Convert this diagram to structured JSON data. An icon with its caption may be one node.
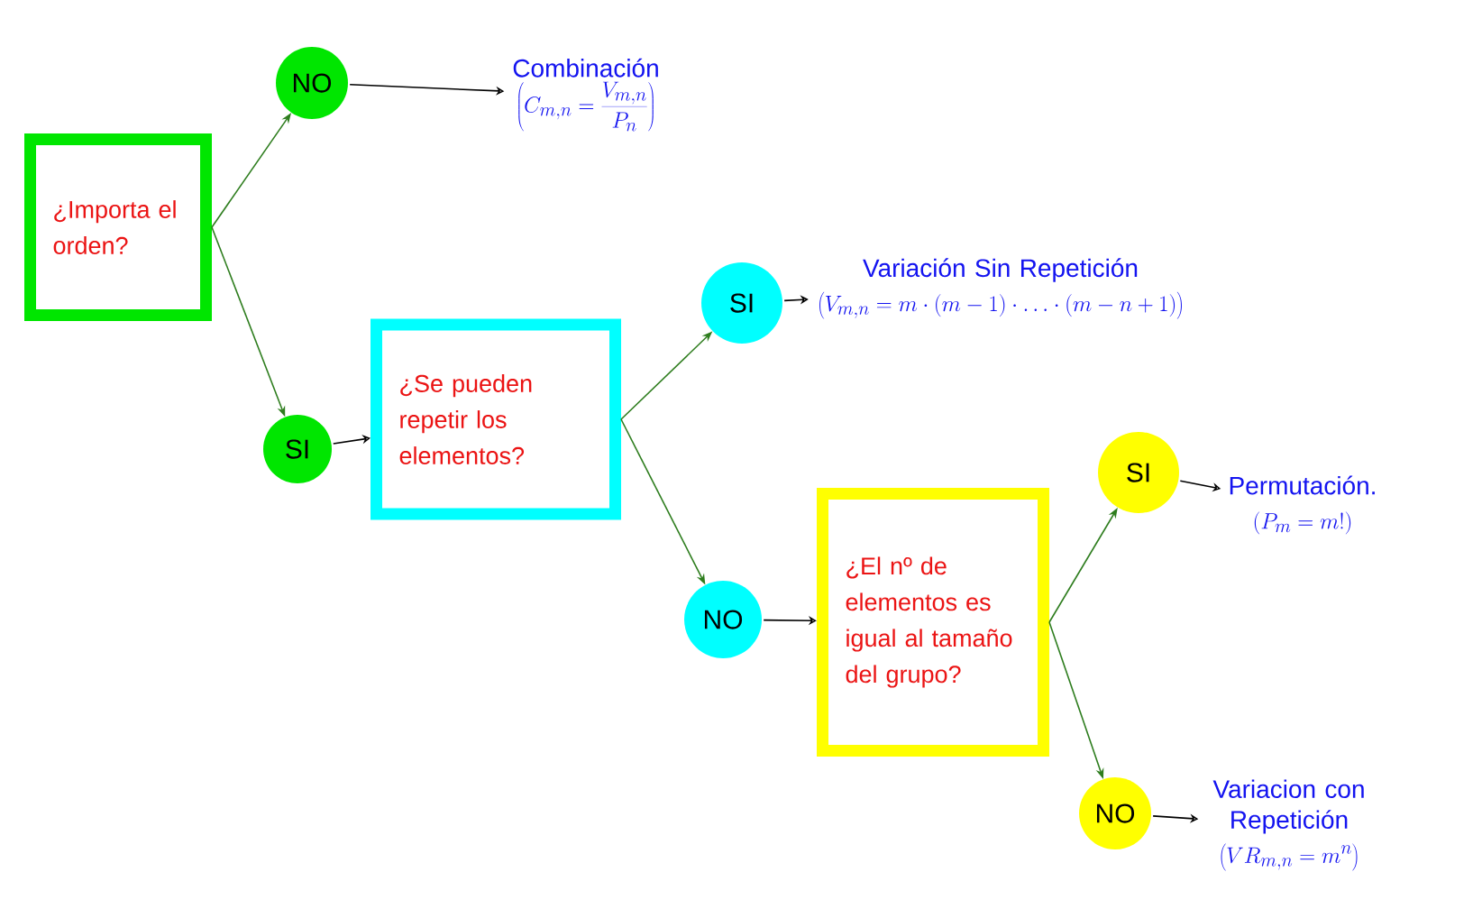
{
  "diagram": {
    "nodes": [
      {
        "text": [
          "¿Importa el orden?"
        ]
      },
      {
        "text": [
          "NO"
        ]
      },
      {
        "text": [
          "SI"
        ]
      },
      {
        "text": [
          "Combinación",
          "\\left(C_{m,n}=\\frac{V_{m,n}}{P_n}\\right)"
        ]
      },
      {
        "text": [
          "¿Se pueden repetir los elementos?"
        ]
      },
      {
        "text": [
          "SI"
        ]
      },
      {
        "text": [
          "Variación Sin Repetición",
          "\\left(V_{m,n}=m\\cdot(m-1)\\cdot\\ldots\\cdot(m-n+1)\\right)"
        ]
      },
      {
        "text": [
          "NO"
        ]
      },
      {
        "text": [
          "¿El nº de elementos es igual al tamaño del grupo?"
        ]
      },
      {
        "text": [
          "SI"
        ]
      },
      {
        "text": [
          "Permutación.",
          "\\left(P_m=m!\\right)"
        ]
      },
      {
        "text": [
          "NO"
        ]
      },
      {
        "text": [
          "Variacion con Repetición",
          "\\left(VR_{m,n}=m^n\\right)"
        ]
      }
    ],
    "edges": [
      {
        "from": 0,
        "to": 1,
        "arrow": "to",
        "color": "#2e7d1e"
      },
      {
        "from": 0,
        "to": 2,
        "arrow": "to",
        "color": "#2e7d1e"
      },
      {
        "from": 1,
        "to": 3,
        "arrow": "to",
        "color": "#000000"
      },
      {
        "from": 2,
        "to": 4,
        "arrow": "to",
        "color": "#000000"
      },
      {
        "from": 4,
        "to": 5,
        "arrow": "to",
        "color": "#2e7d1e"
      },
      {
        "from": 4,
        "to": 7,
        "arrow": "to",
        "color": "#2e7d1e"
      },
      {
        "from": 5,
        "to": 6,
        "arrow": "to",
        "color": "#000000"
      },
      {
        "from": 7,
        "to": 8,
        "arrow": "to",
        "color": "#000000"
      },
      {
        "from": 8,
        "to": 9,
        "arrow": "to",
        "color": "#2e7d1e"
      },
      {
        "from": 8,
        "to": 11,
        "arrow": "to",
        "color": "#2e7d1e"
      },
      {
        "from": 9,
        "to": 10,
        "arrow": "to",
        "color": "#000000"
      },
      {
        "from": 11,
        "to": 12,
        "arrow": "to",
        "color": "#000000"
      }
    ]
  }
}
